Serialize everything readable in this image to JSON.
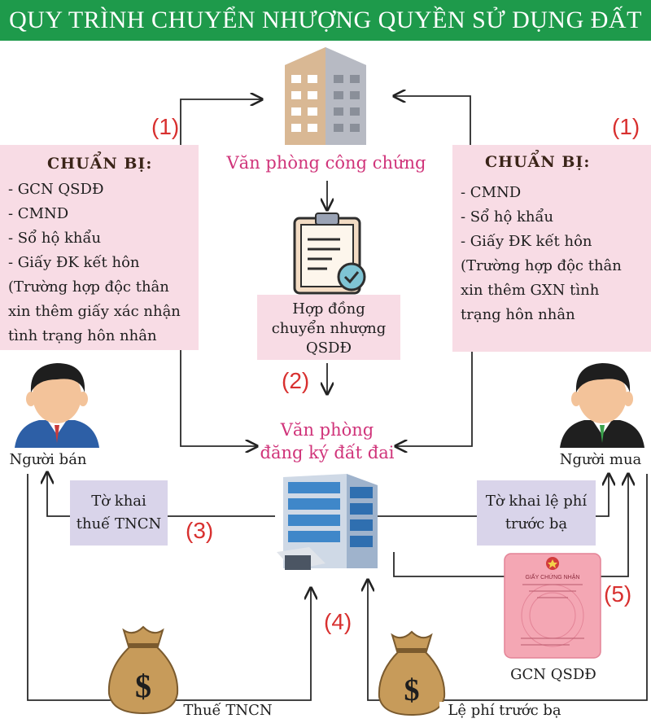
{
  "title": "QUY TRÌNH CHUYỂN NHƯỢNG QUYỀN SỬ DỤNG ĐẤT",
  "left_prep": {
    "title": "CHUẨN BỊ:",
    "lines": [
      "- GCN QSDĐ",
      "- CMND",
      "- Sổ hộ khẩu",
      "- Giấy ĐK kết hôn",
      "(Trường hợp độc thân",
      "xin thêm giấy xác nhận",
      "tình trạng hôn nhân"
    ]
  },
  "right_prep": {
    "title": "CHUẨN BỊ:",
    "lines": [
      "- CMND",
      "- Sổ hộ khẩu",
      "- Giấy ĐK kết hôn",
      "(Trường hợp độc thân",
      "xin thêm GXN tình",
      "trạng hôn nhân"
    ]
  },
  "notary_office": "Văn phòng công chứng",
  "contract": [
    "Hợp đồng",
    "chuyển nhượng",
    "QSDĐ"
  ],
  "land_office": [
    "Văn phòng",
    "đăng ký đất đai"
  ],
  "seller": "Người bán",
  "buyer": "Người mua",
  "tax_form": [
    "Tờ khai",
    "thuế TNCN"
  ],
  "fee_form": [
    "Tờ khai lệ phí",
    "trước bạ"
  ],
  "tax_label": "Thuế TNCN",
  "fee_label": "Lệ phí trước bạ",
  "certificate_label": "GCN QSDĐ",
  "certificate_text": "GIẤY CHỨNG NHẬN",
  "steps": [
    "(1)",
    "(1)",
    "(2)",
    "(3)",
    "(4)",
    "(5)"
  ],
  "colors": {
    "header": "#1e9a4b",
    "pink_box": "#f8dce5",
    "purple_box": "#d9d4ea",
    "magenta": "#d0347a",
    "step_red": "#d8302f"
  }
}
